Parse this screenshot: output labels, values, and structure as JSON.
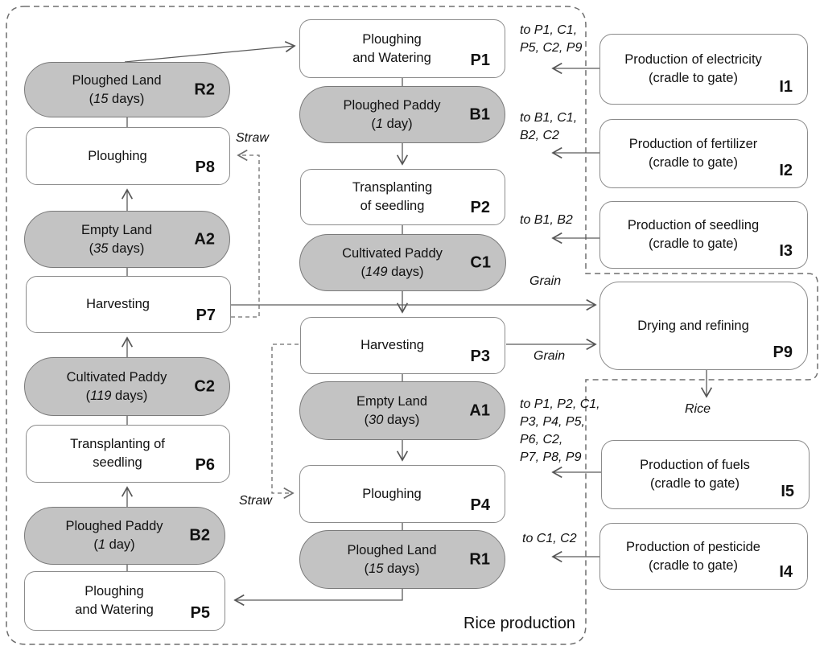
{
  "diagram": {
    "system_label": "Rice production",
    "nodes": [
      {
        "id": "R2",
        "type": "state",
        "label": [
          "Ploughed Land",
          "(15 days)"
        ]
      },
      {
        "id": "P8",
        "type": "process",
        "label": [
          "Ploughing"
        ]
      },
      {
        "id": "A2",
        "type": "state",
        "label": [
          "Empty Land",
          "(35 days)"
        ]
      },
      {
        "id": "P7",
        "type": "process",
        "label": [
          "Harvesting"
        ]
      },
      {
        "id": "C2",
        "type": "state",
        "label": [
          "Cultivated Paddy",
          "(119 days)"
        ]
      },
      {
        "id": "P6",
        "type": "process",
        "label": [
          "Transplanting of",
          "seedling"
        ]
      },
      {
        "id": "B2",
        "type": "state",
        "label": [
          "Ploughed Paddy",
          "(1 day)"
        ]
      },
      {
        "id": "P5",
        "type": "process",
        "label": [
          "Ploughing",
          "and Watering"
        ]
      },
      {
        "id": "P1",
        "type": "process",
        "label": [
          "Ploughing",
          "and Watering"
        ]
      },
      {
        "id": "B1",
        "type": "state",
        "label": [
          "Ploughed Paddy",
          "(1 day)"
        ]
      },
      {
        "id": "P2",
        "type": "process",
        "label": [
          "Transplanting",
          "of seedling"
        ]
      },
      {
        "id": "C1",
        "type": "state",
        "label": [
          "Cultivated Paddy",
          "(149 days)"
        ]
      },
      {
        "id": "P3",
        "type": "process",
        "label": [
          "Harvesting"
        ]
      },
      {
        "id": "A1",
        "type": "state",
        "label": [
          "Empty Land",
          "(30 days)"
        ]
      },
      {
        "id": "P4",
        "type": "process",
        "label": [
          "Ploughing"
        ]
      },
      {
        "id": "R1",
        "type": "state",
        "label": [
          "Ploughed Land",
          "(15 days)"
        ]
      },
      {
        "id": "I1",
        "type": "input",
        "label": [
          "Production of electricity",
          "(cradle to gate)"
        ]
      },
      {
        "id": "I2",
        "type": "input",
        "label": [
          "Production of fertilizer",
          "(cradle to gate)"
        ]
      },
      {
        "id": "I3",
        "type": "input",
        "label": [
          "Production of seedling",
          "(cradle to gate)"
        ]
      },
      {
        "id": "P9",
        "type": "process",
        "label": [
          "Drying and refining"
        ]
      },
      {
        "id": "I5",
        "type": "input",
        "label": [
          "Production of fuels",
          "(cradle to gate)"
        ]
      },
      {
        "id": "I4",
        "type": "input",
        "label": [
          "Production of pesticide",
          "(cradle to gate)"
        ]
      }
    ],
    "flow_labels": [
      {
        "name": "straw-to-p8",
        "text": "Straw"
      },
      {
        "name": "straw-to-p4",
        "text": "Straw"
      },
      {
        "name": "grain-from-p7",
        "text": "Grain"
      },
      {
        "name": "grain-from-p3",
        "text": "Grain"
      },
      {
        "name": "rice-output",
        "text": "Rice"
      },
      {
        "name": "to-i1",
        "text": "to P1, C1,\nP5, C2, P9"
      },
      {
        "name": "to-i2",
        "text": "to B1, C1,\nB2, C2"
      },
      {
        "name": "to-i3",
        "text": "to B1, B2"
      },
      {
        "name": "to-i5",
        "text": "to P1, P2, C1,\nP3, P4, P5,\nP6, C2,\nP7, P8, P9"
      },
      {
        "name": "to-i4",
        "text": "to C1, C2"
      }
    ],
    "colors": {
      "state_fill": "#c3c3c3",
      "state_border": "#7a7a7a",
      "process_border": "#8b8b8b",
      "line": "#5a5a5a",
      "dashed": "#6e6e6e"
    }
  }
}
